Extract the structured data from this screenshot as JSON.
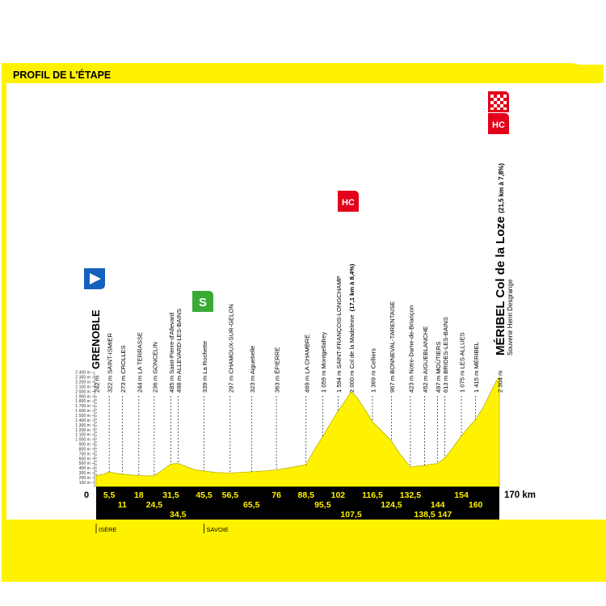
{
  "header": {
    "title": "PROFIL DE L'ÉTAPE"
  },
  "colors": {
    "yellow": "#fff200",
    "black": "#000000",
    "red": "#e2001a",
    "green": "#3aaa35",
    "blue": "#1560bd",
    "white": "#ffffff"
  },
  "chart_data": {
    "type": "area",
    "ylim": [
      0,
      2400
    ],
    "xlim": [
      0,
      170
    ],
    "y_ticks": [
      "100 m",
      "200 m",
      "300 m",
      "400 m",
      "500 m",
      "600 m",
      "700 m",
      "800 m",
      "900 m",
      "1 000 m",
      "1 100 m",
      "1 200 m",
      "1 300 m",
      "1 400 m",
      "1 500 m",
      "1 600 m",
      "1 700 m",
      "1 800 m",
      "1 900 m",
      "2 000 m",
      "2 100 m",
      "2 200 m",
      "2 300 m",
      "2 400 m"
    ],
    "x_start_label": "0",
    "x_end_label": "170 km",
    "profile": [
      {
        "x": 0,
        "y": 242
      },
      {
        "x": 3,
        "y": 270
      },
      {
        "x": 5.5,
        "y": 322
      },
      {
        "x": 8,
        "y": 290
      },
      {
        "x": 11,
        "y": 273
      },
      {
        "x": 15,
        "y": 255
      },
      {
        "x": 18,
        "y": 244
      },
      {
        "x": 22,
        "y": 238
      },
      {
        "x": 24.5,
        "y": 236
      },
      {
        "x": 28,
        "y": 360
      },
      {
        "x": 31.5,
        "y": 485
      },
      {
        "x": 34.5,
        "y": 498
      },
      {
        "x": 38,
        "y": 430
      },
      {
        "x": 42,
        "y": 360
      },
      {
        "x": 45.5,
        "y": 339
      },
      {
        "x": 50,
        "y": 310
      },
      {
        "x": 56.5,
        "y": 297
      },
      {
        "x": 61,
        "y": 310
      },
      {
        "x": 65.5,
        "y": 323
      },
      {
        "x": 71,
        "y": 340
      },
      {
        "x": 76,
        "y": 363
      },
      {
        "x": 82,
        "y": 410
      },
      {
        "x": 88.5,
        "y": 469
      },
      {
        "x": 92,
        "y": 780
      },
      {
        "x": 95.5,
        "y": 1059
      },
      {
        "x": 99,
        "y": 1350
      },
      {
        "x": 102,
        "y": 1594
      },
      {
        "x": 105,
        "y": 1800
      },
      {
        "x": 107.5,
        "y": 2000
      },
      {
        "x": 110,
        "y": 1880
      },
      {
        "x": 113,
        "y": 1650
      },
      {
        "x": 116.5,
        "y": 1369
      },
      {
        "x": 120,
        "y": 1200
      },
      {
        "x": 124.5,
        "y": 967
      },
      {
        "x": 128,
        "y": 700
      },
      {
        "x": 132.5,
        "y": 423
      },
      {
        "x": 135,
        "y": 440
      },
      {
        "x": 138.5,
        "y": 452
      },
      {
        "x": 141,
        "y": 480
      },
      {
        "x": 144,
        "y": 497
      },
      {
        "x": 147,
        "y": 613
      },
      {
        "x": 150,
        "y": 800
      },
      {
        "x": 154,
        "y": 1075
      },
      {
        "x": 157,
        "y": 1250
      },
      {
        "x": 160,
        "y": 1415
      },
      {
        "x": 163,
        "y": 1650
      },
      {
        "x": 166,
        "y": 1950
      },
      {
        "x": 168.5,
        "y": 2200
      },
      {
        "x": 170,
        "y": 2304
      }
    ],
    "km_labels_top": [
      "5,5",
      "18",
      "31,5",
      "45,5",
      "56,5",
      "76",
      "88,5",
      "102",
      "116,5",
      "132,5",
      "154"
    ],
    "km_labels_mid": [
      "11",
      "24,5",
      "65,5",
      "95,5",
      "124,5",
      "144",
      "160"
    ],
    "km_labels_bottom": [
      "34,5",
      "107,5",
      "138,5",
      "147"
    ],
    "km_positions_top": [
      5.5,
      18,
      31.5,
      45.5,
      56.5,
      76,
      88.5,
      102,
      116.5,
      132.5,
      154
    ],
    "km_positions_mid": [
      11,
      24.5,
      65.5,
      95.5,
      124.5,
      144,
      160
    ],
    "km_positions_bottom": [
      34.5,
      107.5,
      138.5,
      147
    ],
    "places": [
      {
        "km": 0,
        "alt": 242,
        "text": "242 m",
        "name": "GRENOBLE"
      },
      {
        "km": 5.5,
        "alt": 322,
        "text": "322 m SAINT-ISMIER"
      },
      {
        "km": 11,
        "alt": 273,
        "text": "273 m CROLLES"
      },
      {
        "km": 18,
        "alt": 244,
        "text": "244 m LA TERRASSE"
      },
      {
        "km": 24.5,
        "alt": 236,
        "text": "236 m GONCELIN"
      },
      {
        "km": 31.5,
        "alt": 485,
        "text": "485 m Saint-Pierre-d'Allevard"
      },
      {
        "km": 34.5,
        "alt": 498,
        "text": "498 m ALLEVARD-LES-BAINS"
      },
      {
        "km": 45.5,
        "alt": 339,
        "text": "339 m La Rochette"
      },
      {
        "km": 56.5,
        "alt": 297,
        "text": "297 m CHAMOUX-SUR-GELON"
      },
      {
        "km": 65.5,
        "alt": 323,
        "text": "323 m Aiguebelle"
      },
      {
        "km": 76,
        "alt": 363,
        "text": "363 m ÉPIERRE"
      },
      {
        "km": 88.5,
        "alt": 469,
        "text": "469 m LA CHAMBRE"
      },
      {
        "km": 95.5,
        "alt": 1059,
        "text": "1 059 m Montgellafrey"
      },
      {
        "km": 102,
        "alt": 1594,
        "text": "1 594 m SAINT-FRANÇOIS-LONGCHAMP"
      },
      {
        "km": 107.5,
        "alt": 2000,
        "text": "2 000 m Col de la Madeleine",
        "extra": "(17,1 km à 8,4%)"
      },
      {
        "km": 116.5,
        "alt": 1369,
        "text": "1 369 m Celliers"
      },
      {
        "km": 124.5,
        "alt": 967,
        "text": "967 m BONNEVAL-TARENTAISE"
      },
      {
        "km": 132.5,
        "alt": 423,
        "text": "423 m Notre-Dame-de-Briançon"
      },
      {
        "km": 138.5,
        "alt": 452,
        "text": "452 m AIGUEBLANCHE"
      },
      {
        "km": 144,
        "alt": 497,
        "text": "497 m MOÛTIERS"
      },
      {
        "km": 147,
        "alt": 613,
        "text": "613 m BRIDES-LES-BAINS"
      },
      {
        "km": 154,
        "alt": 1075,
        "text": "1 075 m LES ALLUES"
      },
      {
        "km": 160,
        "alt": 1415,
        "text": "1 415 m MÉRIBEL"
      },
      {
        "km": 170,
        "alt": 2304,
        "text": "2 304 m"
      }
    ],
    "finish": {
      "name": "MÉRIBEL Col de la Loze",
      "extra": "(21,5 km à 7,8%)",
      "sub": "Souvenir Henri Desgrange"
    },
    "badges": {
      "hc": "HC",
      "sprint": "S"
    },
    "regions": [
      {
        "km": 0,
        "label": "ISÈRE"
      },
      {
        "km": 45.5,
        "label": "SAVOIE"
      }
    ]
  }
}
